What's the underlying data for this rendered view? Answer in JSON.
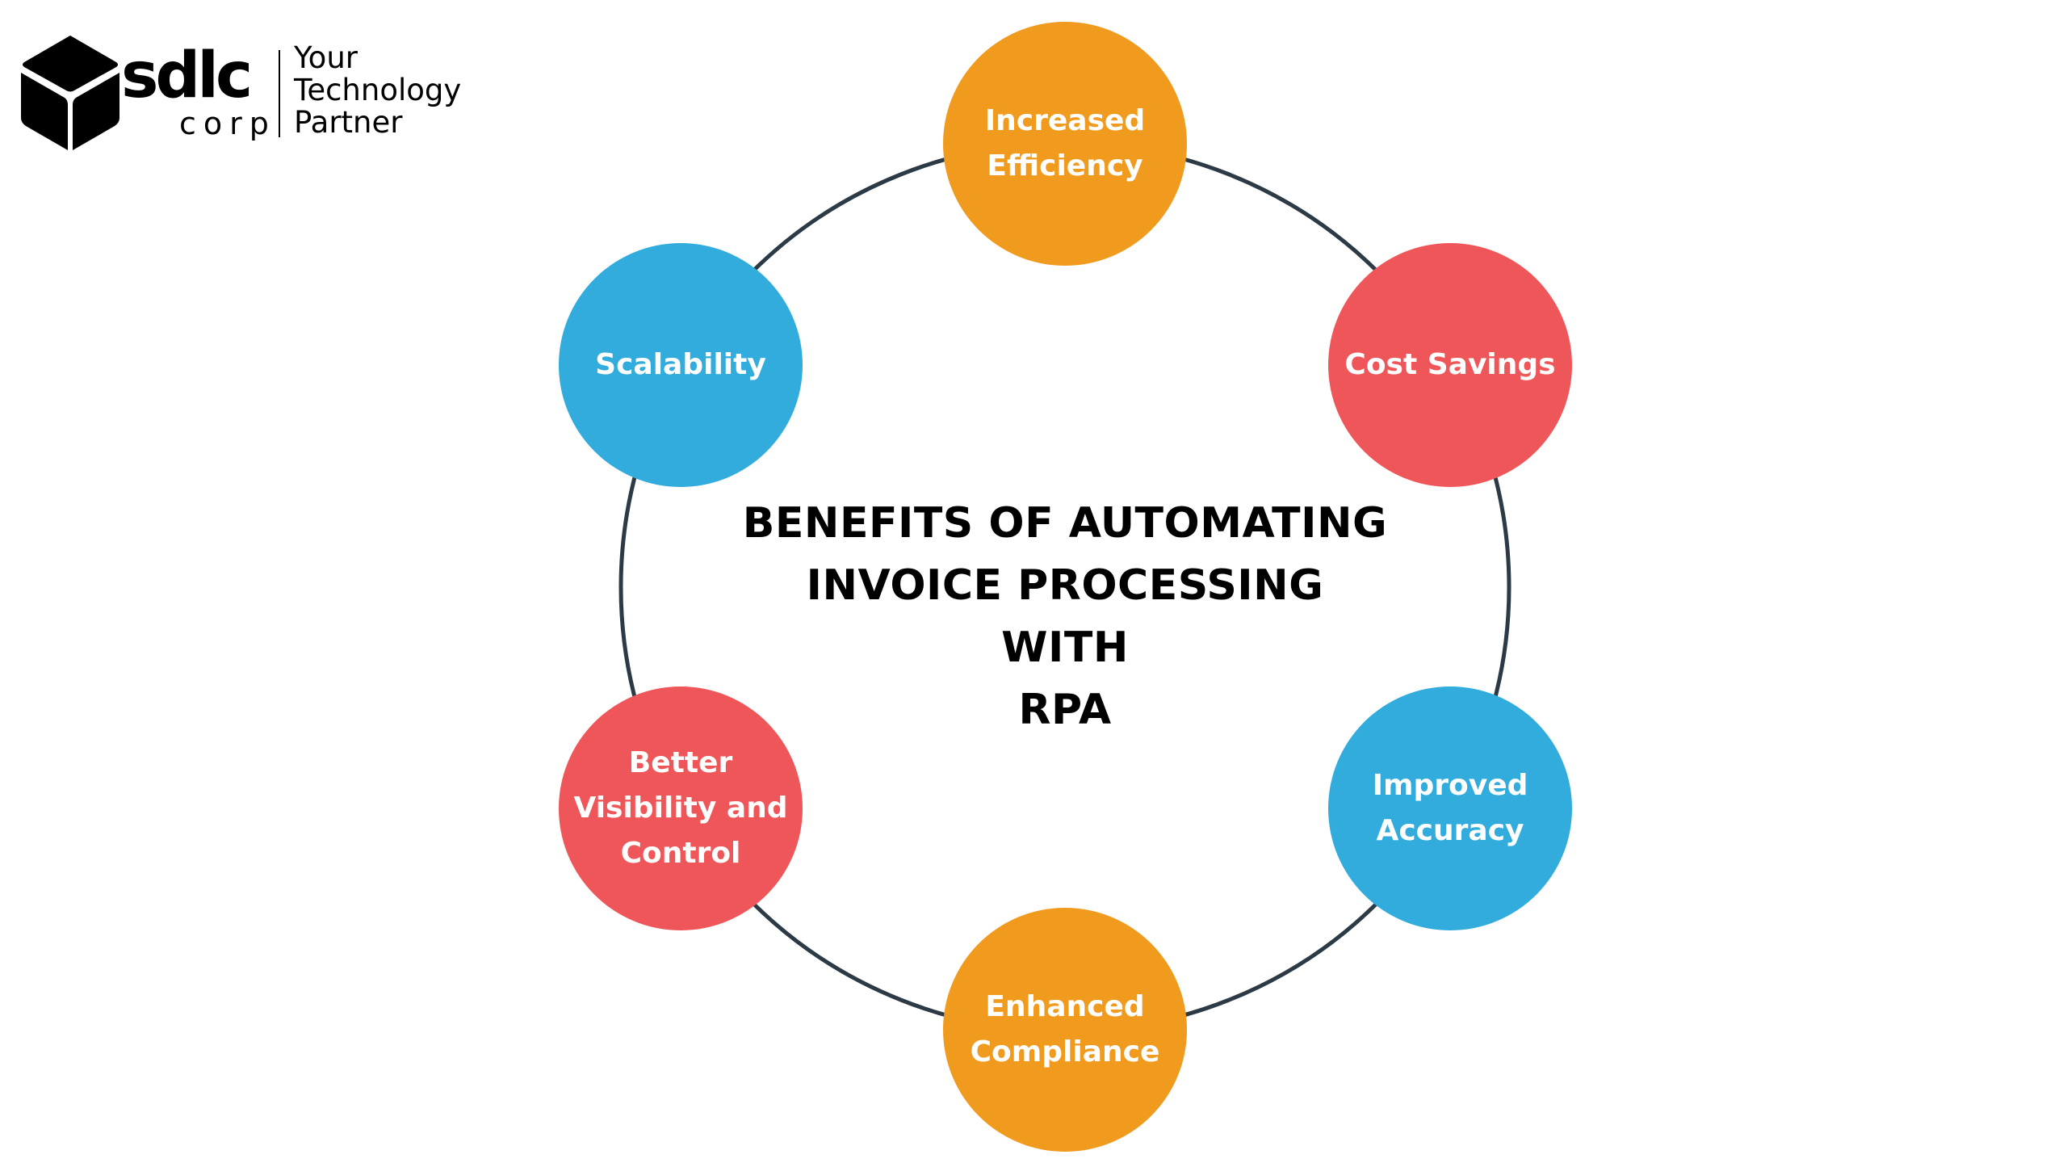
{
  "logo": {
    "icon": "cube-icon",
    "brand": "sdlc",
    "sub": "corp",
    "tagline": [
      "Your",
      "Technology",
      "Partner"
    ]
  },
  "title": {
    "lines": [
      "BENEFITS OF AUTOMATING",
      "INVOICE PROCESSING WITH",
      "RPA"
    ]
  },
  "colors": {
    "orange": "#F09A1E",
    "red": "#EF5659",
    "blue": "#31ACDC",
    "ring": "#2B3A45"
  },
  "benefits": [
    {
      "label": "Increased Efficiency",
      "color": "#F09A1E"
    },
    {
      "label": "Cost Savings",
      "color": "#EF5659"
    },
    {
      "label": "Improved Accuracy",
      "color": "#31ACDC"
    },
    {
      "label": "Enhanced Compliance",
      "color": "#F09A1E"
    },
    {
      "label": "Better Visibility and Control",
      "color": "#EF5659"
    },
    {
      "label": "Scalability",
      "color": "#31ACDC"
    }
  ]
}
